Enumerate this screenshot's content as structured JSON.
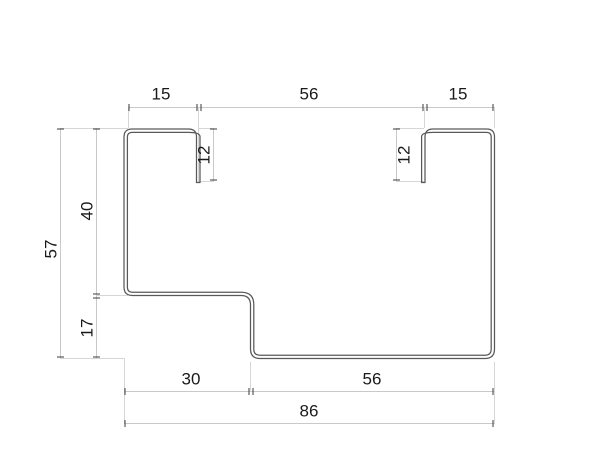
{
  "drawing": {
    "type": "technical-cross-section",
    "description": "Cross-section profile of a cold-formed thin-wall sheet-metal section with two upward return lips and a stepped bottom flange",
    "units": "mm",
    "background_color": "#ffffff",
    "profile_color": "#595959",
    "dimension_line_color": "#c9c9c9",
    "extension_line_color": "#d4d4d4",
    "tick_color": "#333333",
    "text_color": "#1a1a1a"
  },
  "dimensions": {
    "top": [
      {
        "id": "top-left-15",
        "label": "15",
        "span_value": 15,
        "position": "top"
      },
      {
        "id": "top-mid-56",
        "label": "56",
        "span_value": 56,
        "position": "top"
      },
      {
        "id": "top-right-15",
        "label": "15",
        "span_value": 15,
        "position": "top"
      }
    ],
    "bottom": [
      {
        "id": "bottom-left-30",
        "label": "30",
        "span_value": 30,
        "position": "bottom"
      },
      {
        "id": "bottom-right-56",
        "label": "56",
        "span_value": 56,
        "position": "bottom"
      },
      {
        "id": "bottom-overall-86",
        "label": "86",
        "span_value": 86,
        "position": "bottom-overall"
      }
    ],
    "left": [
      {
        "id": "left-overall-57",
        "label": "57",
        "span_value": 57,
        "position": "left-outer"
      },
      {
        "id": "left-upper-40",
        "label": "40",
        "span_value": 40,
        "position": "left-inner-upper"
      },
      {
        "id": "left-lower-17",
        "label": "17",
        "span_value": 17,
        "position": "left-inner-lower"
      }
    ],
    "interior": [
      {
        "id": "lip-left-12",
        "label": "12",
        "span_value": 12,
        "position": "left-lip-height"
      },
      {
        "id": "lip-right-12",
        "label": "12",
        "span_value": 12,
        "position": "right-lip-height"
      }
    ]
  },
  "chart_data": {
    "type": "table",
    "title": "",
    "categories": [
      "15",
      "56",
      "15",
      "30",
      "56",
      "86",
      "57",
      "40",
      "17",
      "12",
      "12"
    ],
    "values": [
      15,
      56,
      15,
      30,
      56,
      86,
      57,
      40,
      17,
      12,
      12
    ]
  }
}
